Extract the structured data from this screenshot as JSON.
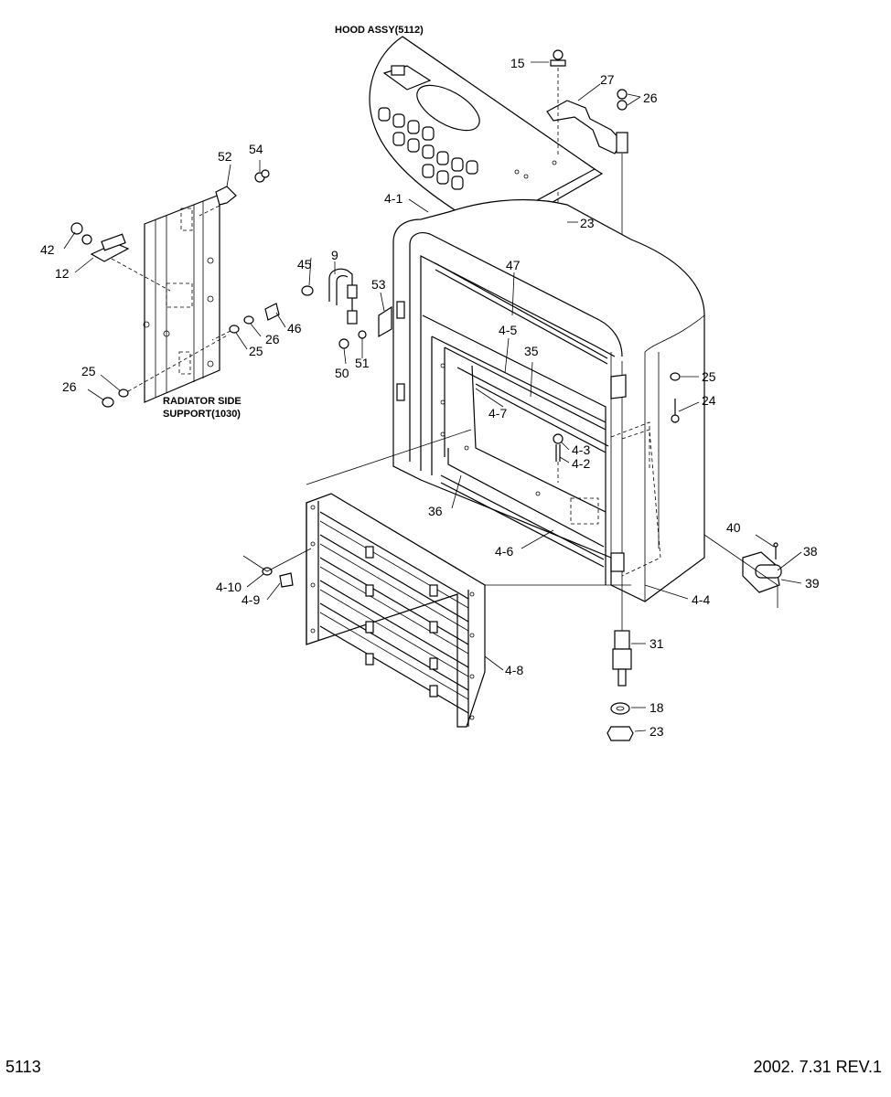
{
  "titles": {
    "hood_assy": "HOOD ASSY(5112)",
    "radiator_side_line1": "RADIATOR SIDE",
    "radiator_side_line2": "SUPPORT(1030)"
  },
  "callouts": {
    "c15": "15",
    "c27": "27",
    "c26a": "26",
    "c23a": "23",
    "c52": "52",
    "c54": "54",
    "c42": "42",
    "c12": "12",
    "c41": "4-1",
    "c9": "9",
    "c45": "45",
    "c53": "53",
    "c47": "47",
    "c46": "46",
    "c26b": "26",
    "c25b": "25",
    "c50": "50",
    "c51": "51",
    "c45b": "4-5",
    "c35": "35",
    "c25c": "25",
    "c24": "24",
    "c25d": "25",
    "c26d": "26",
    "c47b": "4-7",
    "c43": "4-3",
    "c42b": "4-2",
    "c36": "36",
    "c46b": "4-6",
    "c40": "40",
    "c38": "38",
    "c39": "39",
    "c410": "4-10",
    "c49": "4-9",
    "c44": "4-4",
    "c31": "31",
    "c48": "4-8",
    "c18": "18",
    "c23b": "23"
  },
  "footer": {
    "page_number": "5113",
    "date_revision": "2002. 7.31  REV.1"
  }
}
